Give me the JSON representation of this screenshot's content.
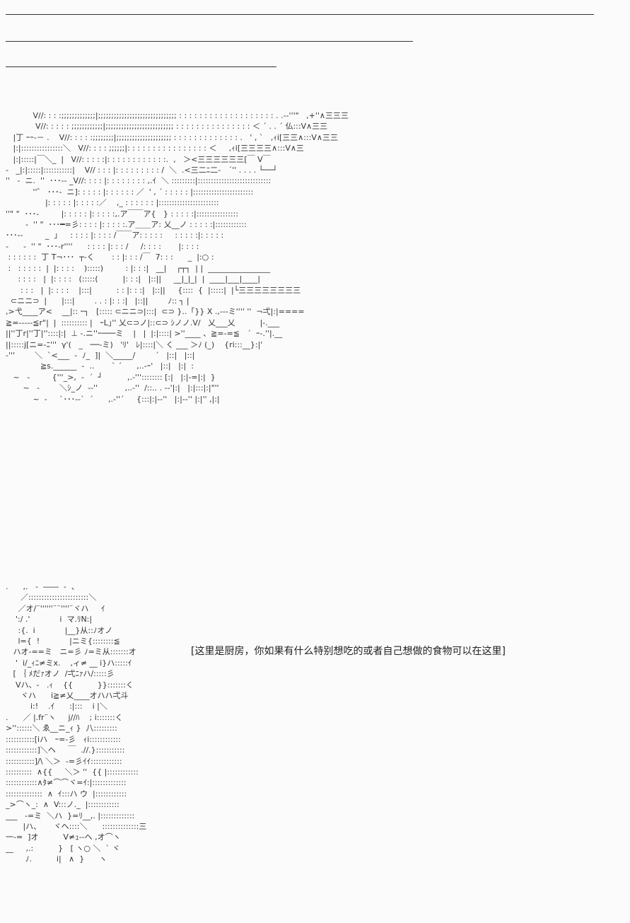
{
  "speech": {
    "text": "[这里是厨房，你如果有什么特别想吃的或者自己想做的食物可以在这里]"
  },
  "art": {
    "kitchen_scene": "           V//: : : :;;;;;;;;;;;;;|;;;;;;;;;;;;;;;;;;;;;;;;;;;;;; : : : : : : : : : : : : : : : : : : : . .-‐'''\"   ,+''∧三三三\n            V//: : : : : ;;;;;;;;;;;;|;;;;;;;;;;;;;;;;;;;;;;;;;; : : : : : : : : : : : : : : : ＜ ´ . . ´ 仏:::V∧三三\n   |丁 ｰｰ-－ .    V//: : : : :;;;;;;;;|;;;;;;;;;;;;;;;;;;;;; : : : : : : : : : : : : : .   ' , `   ,ｨi[三三∧:::V∧三三\n   |:|::::::::::::::::＼   V//: : : : ;;;;;;|: : : : : : : : : : : : : : : : ＜     ,ｨi[三三三三∧:::V∧三\n   |:|:::::|￣＼_  |   V//: : : : :|: : : : : : : : : : : :.  ,   ＞<三三三三三三[￣ V￣\n-   _|:|:::::|:::::::::::|    V// : : : |: : : : : : : : : /  ＼  .<三二ﾆ二-   ´'' . . . . └──┘\n''   ‐  ニ.  ''  ･･･-- _V//: : : : |: : : : : : : : ,.ｲ  ＼ :::::::::|::::::::::::::::::::::::::::\n           ''゛ ･･･-  ニ]: : : : : |: : : : : : ／  ' , ´ : : : : : |:::::::::::::::::::::::\n                |: : : : : |: : : : :／    ,_ : : : : : : |:::::::::::::::::::::::\n''\" \"  ･･･-         |: : : : : |: : : : :,.ア￣￣ア{   } : : : : :|::::::::::::::::\n        -  '' \"  ･･･━=彡: : : : |: : : : :.ア＿＿ア: 乂__ノ : : : : :|::::::::::::\n･･･-‐         _  ｣     : : : : |: : : : /￣￣ア: : : : :     : : : : :|: : : : :\n-      ‐  '' \"  ･･･‐r''''      : : : : |: : : /     /: : : :       |: : : :\n : : : : : :  丁 T¬･･･  ┬-く       : : |: : : /￣  7: : :      _  |:○ :\n :   : : : : :  |  |: : : :    ):::::)         : |: : :|   __|    ┌┬┐  | |  ________________\n     : : : :   |  |: : : :   (:::::(          |: : :|   |::||     __|_|_|  |  ____|___|____|\n      : : :   |  |: : : :    |:::|          : : |: : :|   |::||     {::::  {  |:::::|  |└三三三三三三三三\n  ⊂ニニ⊃  |      |:::|        . . : |: : :|   |::||        ﾉ:: ┐ |\n,>弋____ア<    __|:: ｰ┐   [::::: ⊂ニニ⊃|:::|  ⊂⊃ }..「}} X .,---ミ'''' ''  ¬弌|:|====\n≧=-----≦r\"|  |  :::::::::: |   ｰL｣'' 乂⊂⊃ノ|::⊂⊃ ｼノノ.V/   乂___乂          |-.___\n||''丁r|''丁|''::::|:|  ⊥ -.ニ''ｰ───ミ    |   |  |:|::::| >''____ 、≧=-=≦   ´  ｰ-.''|.__\n||:::::j[ニ=-ﾆ'''  γ'(   _   ──-ミ)   'ﾘ'   ﾚ|::::|＼ く ___ ＞ﾉ (_)    {ri:::__}:|'\n‐'''        ＼  `<___  -  ﾉ_  ]|  ＼_____/        ´   |::|   |::|\n              ≧s.______  -  ..       ` ´      ,..-ｰ'   |::|   |:|  :\n   ~   -         {'''_>,  -  ´  ┘          ,.-''':::::::: [:|   |:|-=|:|  }\n       ~   -        ＼ｼ_ノ  -‐''           ,..-''  /::.. . -‐'|:|   |:|:::|:|\"''\n           ~  -     `･･･‐-`  ´      ,.-''´     {:::|:|-‐''   |:|-‐'' |:|'' ,|:|",
    "character": ".      ,.   -  ――  -  、\n      ／:::::::::::::::::::::::＼\n     ／オ/¨''''''¨¨''''¨ヾハ     ｲ\n    ':/ .'            i  マ.ﾘN:|\n     :{.  i            |__}从::ﾉオノ\n     l={  !            |ニミ{::::::::≦\n   ハオ-==ミ   ニ=彡 ﾉ=ミ从:::::::オ\n    '  i/_ｨﾆ≠ミx.    ,ィ≠ __ i}ハ:::::ｲ\n   [ ｛ ﾒだｧオノ  /弌ﾆｧハ/:::::彡\n    Vハ、-   .ｨ    {{          }}:::::::く\n      ヾハ      i≧≠乂____オハハ弌斗\n          i:!    .ｲ      :|:::    i |＼\n.      ／ |.fr¨ヽ     j//ﾊ    ; i:::::::く\n>''::::::＼ ゑ__ニ_ｨ }  八:::::::::\n:::::::::::[iハ   ｰ=-彡   ｨi::::::::::::\n::::::::::::]＼ヘ     ￣  .//.}:::::::::::\n:::::::::::]/\\ ＼＞  -=彡ｲｲ::::::::::::\n::::::::::  ∧{{     ＼＞ ''  {{ |::::::::::::\n::::::::::::∧ﾀ≠⌒⌒ヾ=ｲ:|:::::::::::::\n::::::::::::::  ∧  ｲ:::ハ ウ  |::::::::::::\n_>⌒ヽ_:  ∧  V:::ノ._  |::::::::::::\n___   -=ミ  ＼ハ  }=ﾘ__,. |:::::::::::::\n       |ハ、     ヾへ::::＼      ::::::::::::::三\n一-=  ]オ          V≠ｭ--へ ,オ⌒ヽ\n__     ,.:          }   [ ヽ○ ＼  ` ヾ\n        ﾉ.          i|   ∧  }      ヽ"
  }
}
